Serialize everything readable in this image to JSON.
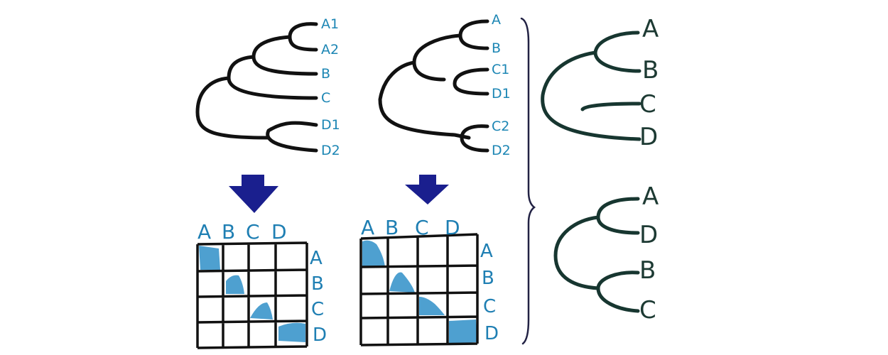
{
  "trees": {
    "gene_tree_1": {
      "labels": [
        "A1",
        "A2",
        "B",
        "C",
        "D1",
        "D2"
      ]
    },
    "gene_tree_2": {
      "labels": [
        "A",
        "B",
        "C1",
        "D1",
        "C2",
        "D2"
      ]
    },
    "species_tree_1": {
      "labels": [
        "A",
        "B",
        "C",
        "D"
      ]
    },
    "species_tree_2": {
      "labels": [
        "A",
        "D",
        "B",
        "C"
      ]
    }
  },
  "matrices": {
    "matrix_1": {
      "col_headers": [
        "A",
        "B",
        "C",
        "D"
      ],
      "row_headers": [
        "A",
        "B",
        "C",
        "D"
      ],
      "filled_cells": [
        [
          0,
          0
        ],
        [
          1,
          1
        ],
        [
          2,
          2
        ],
        [
          3,
          3
        ]
      ]
    },
    "matrix_2": {
      "col_headers": [
        "A",
        "B",
        "C",
        "D"
      ],
      "row_headers": [
        "A",
        "B",
        "C",
        "D"
      ],
      "filled_cells": [
        [
          0,
          0
        ],
        [
          1,
          1
        ],
        [
          2,
          2
        ],
        [
          3,
          3
        ]
      ]
    }
  },
  "colors": {
    "label_blue": "#1c86b4",
    "label_dark": "#1d3a33",
    "arrow": "#1a1f8e",
    "cell_fill": "#2f8fc8"
  }
}
